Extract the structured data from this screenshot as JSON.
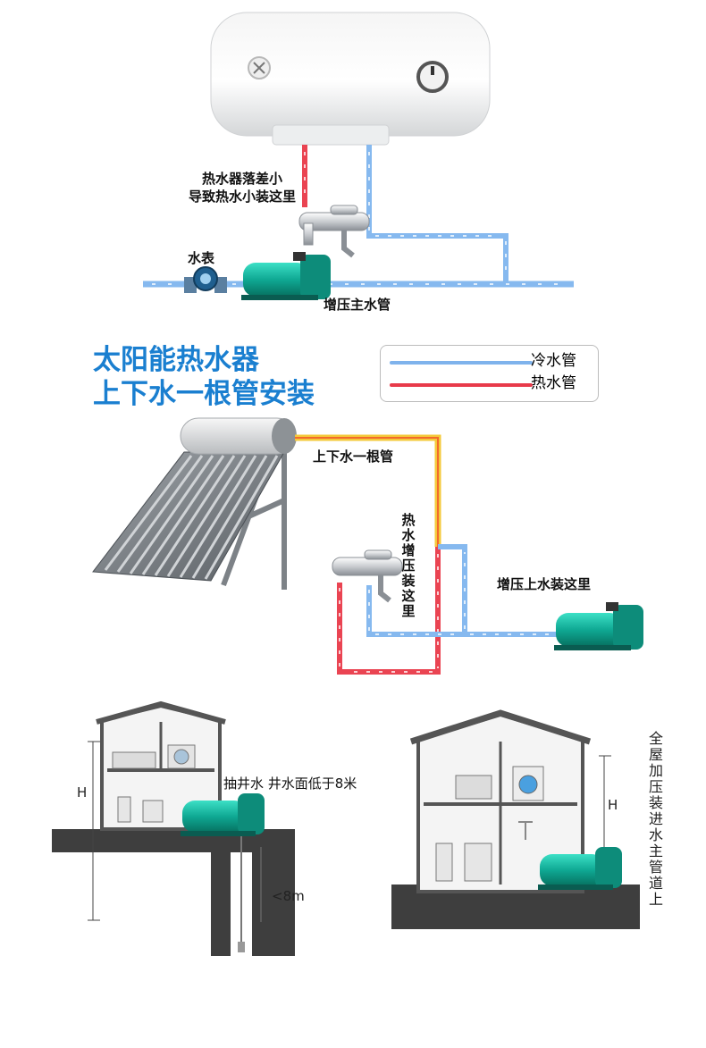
{
  "water_heater_section": {
    "note_line1": "热水器落差小",
    "note_line2": "导致热水小装这里",
    "meter_label": "水表",
    "main_pipe_label": "增压主水管"
  },
  "solar_section": {
    "title_line1": "太阳能热水器",
    "title_line2": "上下水一根管安装",
    "single_pipe_label": "上下水一根管",
    "hot_water_boost_label": "热水增压装这里",
    "supply_boost_label": "增压上水装这里"
  },
  "legend": {
    "cold_label": "冷水管",
    "hot_label": "热水管",
    "cold_color": "#7fb3ec",
    "hot_color": "#e83a4a"
  },
  "well_section": {
    "note": "抽井水 井水面低于8米",
    "height_label": "H",
    "depth_label": "<8m"
  },
  "whole_house_section": {
    "height_label": "H",
    "vertical_note": "全屋加压装进水主管道上"
  }
}
